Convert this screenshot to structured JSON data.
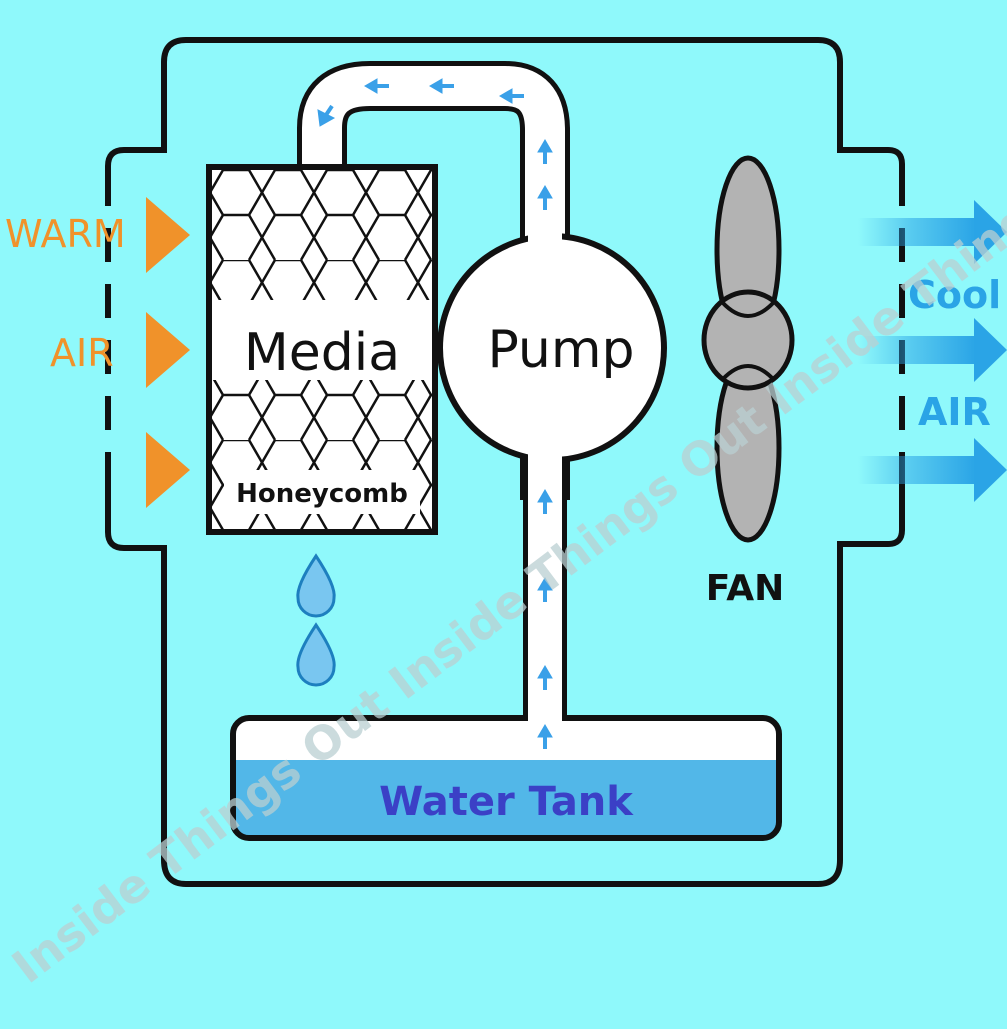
{
  "colors": {
    "background": "#8ff9fb",
    "outline": "#111111",
    "warm_air": "#f0922a",
    "cool_air": "#2aa4e6",
    "water": "#52b7e8",
    "water_label": "#3b40c6",
    "drop": "#79c6f0",
    "fan_blade": "#b3b3b3",
    "flow_arrow": "#3aa0e8",
    "watermark": "#b9cfd2"
  },
  "labels": {
    "warm": "WARM",
    "air_in": "AIR",
    "media": "Media",
    "honeycomb": "Honeycomb",
    "pump": "Pump",
    "fan": "FAN",
    "cool": "Cool",
    "air_out": "AIR",
    "water_tank": "Water Tank"
  },
  "watermark": "Inside Things Out Inside Things Out Inside Things Out Inside Things",
  "icons": {
    "intake_arrows": "orange-triangle-icon",
    "outlet_arrows": "blue-arrow-icon",
    "drops": "water-drop-icon",
    "fan": "fan-blade-icon",
    "flow": "flow-arrow-icon"
  }
}
